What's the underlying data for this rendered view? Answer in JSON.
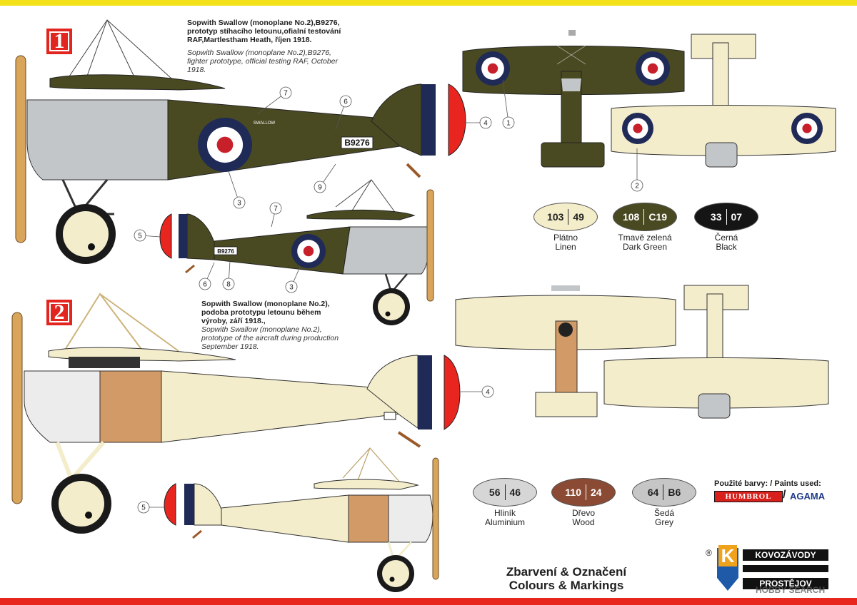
{
  "scheme1": {
    "number": "1",
    "title_cz": "Sopwith Swallow (monoplane No.2),B9276, prototyp stíhacího letounu,ofialní testování RAF,Martlestham Heath, říjen 1918.",
    "title_en": "Sopwith Swallow (monoplane No.2),B9276, fighter prototype, official testing RAF, October 1918.",
    "serial": "B9276",
    "name_on_fuselage": "SWALLOW"
  },
  "scheme2": {
    "number": "2",
    "title_cz": "Sopwith Swallow (monoplane No.2), podoba prototypu letounu během výroby, září 1918.,",
    "title_en": "Sopwith Swallow (monoplane No.2), prototype of the aircraft during production September 1918."
  },
  "callouts": [
    "1",
    "2",
    "3",
    "4",
    "5",
    "6",
    "7",
    "8",
    "9"
  ],
  "paints_top": [
    {
      "a": "103",
      "b": "49",
      "cz": "Plátno",
      "en": "Linen",
      "fill": "#f4edc9",
      "ink": "#222"
    },
    {
      "a": "108",
      "b": "C19",
      "cz": "Tmavě zelená",
      "en": "Dark Green",
      "fill": "#4a4a22",
      "ink": "#ffffff"
    },
    {
      "a": "33",
      "b": "07",
      "cz": "Černá",
      "en": "Black",
      "fill": "#151515",
      "ink": "#ffffff"
    }
  ],
  "paints_bottom": [
    {
      "a": "56",
      "b": "46",
      "cz": "Hliník",
      "en": "Aluminium",
      "fill": "#d6d6d6",
      "ink": "#222"
    },
    {
      "a": "110",
      "b": "24",
      "cz": "Dřevo",
      "en": "Wood",
      "fill": "#8a4a33",
      "ink": "#ffffff"
    },
    {
      "a": "64",
      "b": "B6",
      "cz": "Šedá",
      "en": "Grey",
      "fill": "#c6c6c6",
      "ink": "#222"
    }
  ],
  "paints_used_label": "Použité barvy: / Paints used:",
  "brand_humbrol": "HUMBROL",
  "brand_agama": "AGAMA",
  "title_cz": "Zbarvení & Označení",
  "title_en": "Colours & Markings",
  "logo": {
    "mark": "K",
    "line1": "KOVOZÁVODY",
    "line2": "PROSTĚJOV",
    "registered": "®"
  },
  "watermark": "HOBBY SEARCH",
  "colors": {
    "dark_green": "#4a4a22",
    "grey": "#c3c6c8",
    "linen": "#f4edcc",
    "wood": "#d29a66",
    "roundel_blue": "#1f2a56",
    "roundel_red": "#c8202a",
    "tail_red": "#e8251f",
    "badge_red": "#e3251f"
  }
}
